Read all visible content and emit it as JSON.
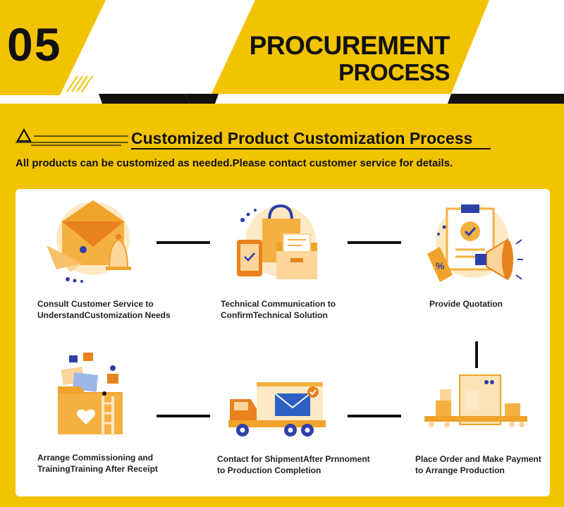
{
  "header": {
    "step_number": "05",
    "title_line1": "PROCUREMENT",
    "title_line2": "PROCESS"
  },
  "section": {
    "heading": "Customized Product Customization Process",
    "subtitle": "All products can be customized as needed.Please contact customer service for details."
  },
  "steps": [
    {
      "icon": "envelope-bell-icon",
      "line1": "Consult Customer Service to",
      "line2": "UnderstandCustomization Needs"
    },
    {
      "icon": "shopping-bag-icon",
      "line1": "Technical Communication to",
      "line2": "ConfirmTechnical Solution"
    },
    {
      "icon": "quotation-clipboard-icon",
      "line1": "Provide Quotation",
      "line2": ""
    },
    {
      "icon": "folder-ladder-icon",
      "line1": "Arrange Commissioning and",
      "line2": "TrainingTraining After Receipt"
    },
    {
      "icon": "delivery-truck-icon",
      "line1": "Contact for ShipmentAfter Prnnoment",
      "line2": "to Production Completion"
    },
    {
      "icon": "conveyor-machine-icon",
      "line1": "Place Order and Make Payment",
      "line2": "to Arrange Production"
    }
  ],
  "colors": {
    "brand_yellow": "#f2c300",
    "icon_orange": "#f0a32a",
    "icon_deep_orange": "#e8821e",
    "accent_blue": "#2d3fa8",
    "text_dark": "#111111"
  }
}
